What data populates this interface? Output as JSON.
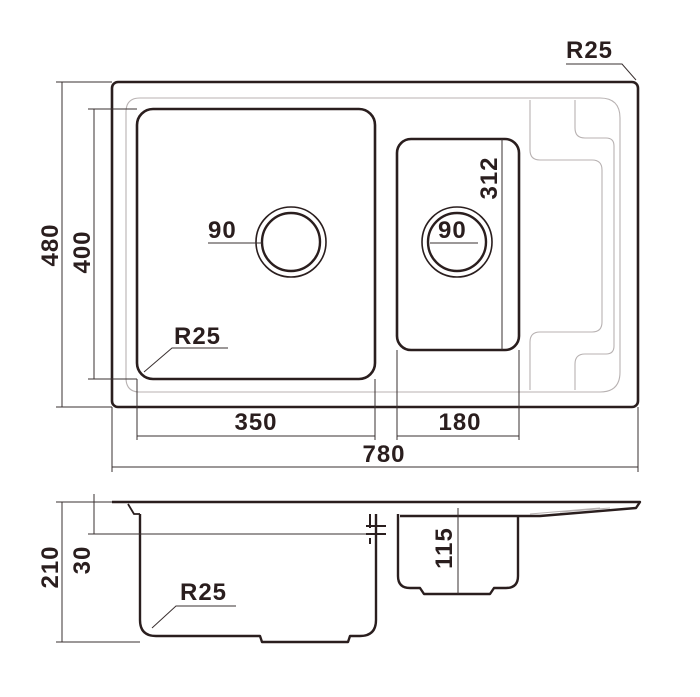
{
  "top_view": {
    "corner_radius_label": "R25",
    "overall_height_label": "480",
    "main_bowl_height_label": "400",
    "small_bowl_height_label": "312",
    "main_drain_label": "90",
    "small_drain_label": "90",
    "main_bowl_radius_label": "R25",
    "main_bowl_width_label": "350",
    "small_bowl_width_label": "180",
    "overall_width_label": "780"
  },
  "section_view": {
    "total_depth_label": "210",
    "rim_offset_label": "30",
    "small_bowl_depth_label": "115",
    "bowl_radius_label": "R25"
  },
  "colors": {
    "outline": "#2a1e1e",
    "thin_line": "#b8b2b2",
    "dimension_line": "#3a3030",
    "background": "#ffffff"
  }
}
